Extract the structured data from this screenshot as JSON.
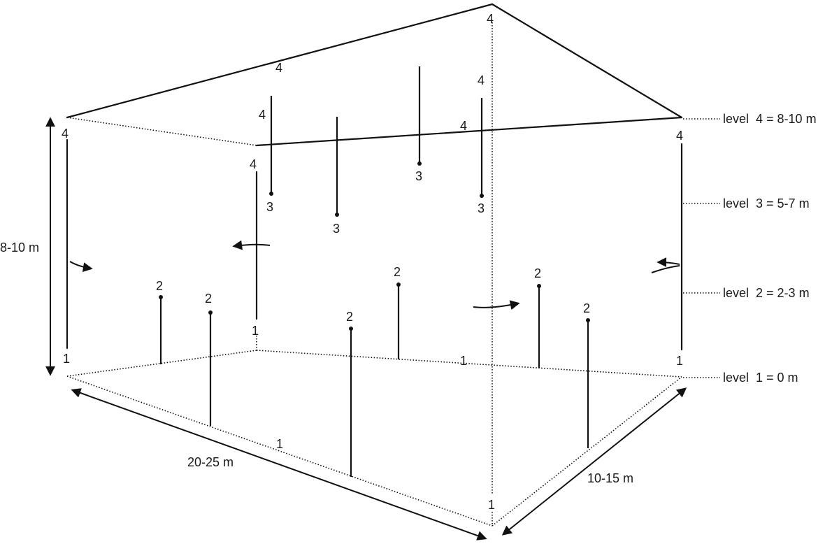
{
  "diagram": {
    "levels": [
      {
        "id": 1,
        "label": "level  1 = 0 m"
      },
      {
        "id": 2,
        "label": "level  2 = 2-3 m"
      },
      {
        "id": 3,
        "label": "level  3 = 5-7 m"
      },
      {
        "id": 4,
        "label": "level  4 = 8-10 m"
      }
    ],
    "dimensions": {
      "height": "8-10 m",
      "length": "20-25 m",
      "width": "10-15 m"
    },
    "point_labels": {
      "one": "1",
      "two": "2",
      "three": "3",
      "four": "4"
    }
  }
}
